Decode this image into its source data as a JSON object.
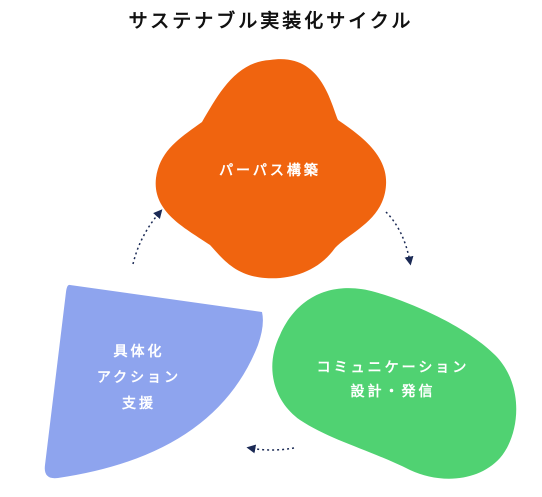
{
  "title": "サステナブル実装化サイクル",
  "nodes": {
    "purpose": {
      "label": "パーパス構築",
      "color": "#f0640f"
    },
    "communication": {
      "line1": "コミュニケーション",
      "line2": "設計・発信",
      "color": "#50d272"
    },
    "action": {
      "line1": "具体化",
      "line2": "アクション",
      "line3": "支援",
      "color": "#8ea4ee"
    }
  },
  "arrow_color": "#1b2a55"
}
